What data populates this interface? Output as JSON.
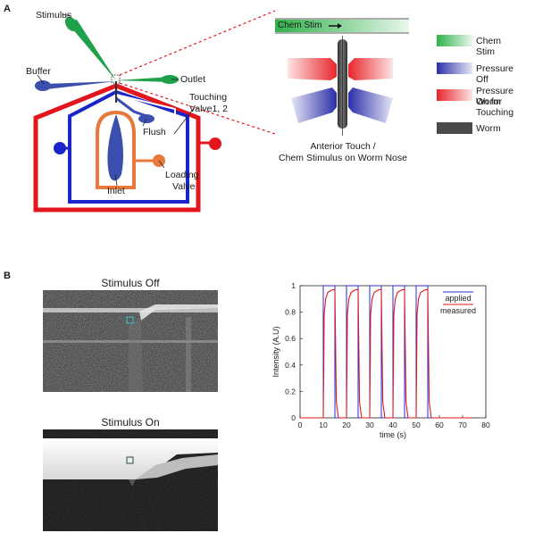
{
  "panel_a": {
    "letter": "A",
    "labels": {
      "stimulus": "Stimulus",
      "buffer": "Buffer",
      "outlet": "Outlet",
      "touching_valve_1": "Touching",
      "touching_valve_2": "Valve1, 2",
      "flush": "Flush",
      "inlet": "Inlet",
      "loading_valve_1": "Loading",
      "loading_valve_2": "Valve"
    },
    "zoom": {
      "chem_stim_label": "Chem Stim",
      "caption_line1": "Anterior Touch /",
      "caption_line2": "Chem Stimulus on Worm Nose"
    },
    "legend": [
      {
        "label": "Chem Stim",
        "color": "#2fb24a"
      },
      {
        "label": "Pressure Off",
        "color": "#2b2fa8"
      },
      {
        "label": "Pressure On for",
        "label2": "Worm Touching",
        "color": "#e8262c"
      },
      {
        "label": "Worm",
        "color": "#4a4a4a"
      }
    ],
    "colors": {
      "green": "#1fa14a",
      "blue": "#1a24c8",
      "red": "#e3161d",
      "orange": "#e8793a",
      "worm_blue": "#3a4fae"
    }
  },
  "panel_b": {
    "letter": "B",
    "photo_off_title": "Stimulus Off",
    "photo_on_title": "Stimulus On"
  },
  "chart_data": {
    "type": "line",
    "xlabel": "time (s)",
    "ylabel": "Intensity (A.U)",
    "xlim": [
      0,
      80
    ],
    "ylim": [
      0,
      1
    ],
    "xticks": [
      0,
      10,
      20,
      30,
      40,
      50,
      60,
      70,
      80
    ],
    "yticks": [
      0,
      0.2,
      0.4,
      0.6,
      0.8,
      1
    ],
    "legend_position": "top-right",
    "series": [
      {
        "name": "applied",
        "color": "#2929d6",
        "x": [
          0,
          10,
          10,
          15,
          15,
          20,
          20,
          25,
          25,
          30,
          30,
          35,
          35,
          40,
          40,
          45,
          45,
          50,
          50,
          55,
          55,
          74
        ],
        "values": [
          0,
          0,
          1,
          1,
          0,
          0,
          1,
          1,
          0,
          0,
          1,
          1,
          0,
          0,
          1,
          1,
          0,
          0,
          1,
          1,
          0,
          0
        ]
      },
      {
        "name": "measured",
        "color": "#e3161d",
        "x": [
          0,
          10,
          10.4,
          11,
          12,
          13,
          14,
          15,
          15.6,
          16.5,
          20,
          20.4,
          21,
          22,
          23,
          24,
          25,
          25.6,
          26.5,
          30,
          30.4,
          31,
          32,
          33,
          34,
          35,
          35.6,
          36.5,
          40,
          40.4,
          41,
          42,
          43,
          44,
          45,
          45.6,
          46.5,
          50,
          50.4,
          51,
          52,
          53,
          54,
          55,
          55.6,
          56.5,
          74
        ],
        "values": [
          0,
          0,
          0.78,
          0.9,
          0.95,
          0.96,
          0.97,
          0.97,
          0.12,
          0,
          0,
          0.78,
          0.9,
          0.95,
          0.96,
          0.97,
          0.97,
          0.12,
          0,
          0,
          0.78,
          0.9,
          0.95,
          0.96,
          0.97,
          0.97,
          0.12,
          0,
          0,
          0.78,
          0.9,
          0.95,
          0.96,
          0.97,
          0.97,
          0.12,
          0,
          0,
          0.78,
          0.9,
          0.95,
          0.96,
          0.97,
          0.97,
          0.12,
          0,
          0
        ]
      }
    ]
  }
}
